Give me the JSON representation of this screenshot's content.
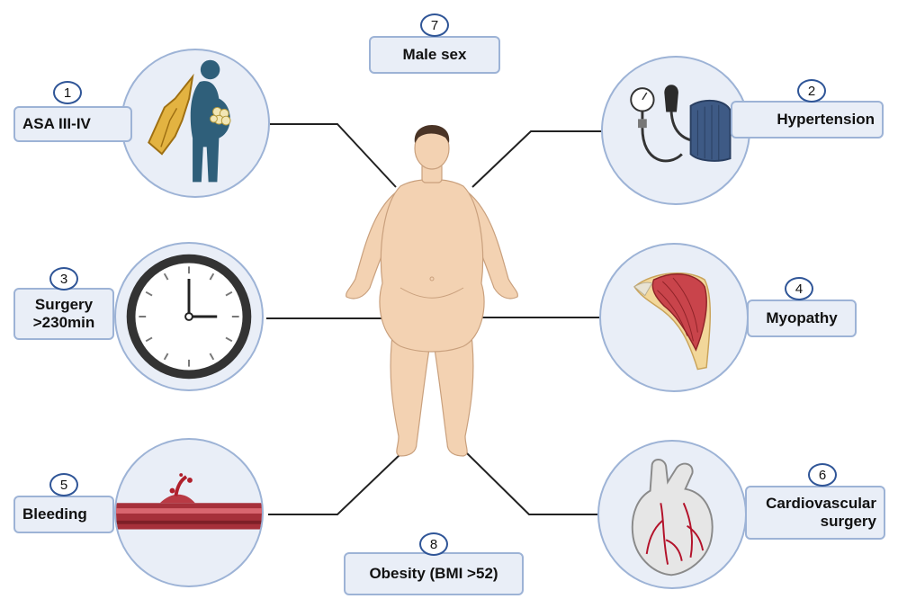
{
  "factors": [
    {
      "id": "asa",
      "number": "1",
      "text": "ASA III-IV",
      "icon": "fat-tissue-and-pregnant-person-icon"
    },
    {
      "id": "hypertension",
      "number": "2",
      "text": "Hypertension",
      "icon": "blood-pressure-cuff-icon"
    },
    {
      "id": "surgery-time",
      "number": "3",
      "text_line1": "Surgery",
      "text_line2": ">230min",
      "icon": "clock-icon"
    },
    {
      "id": "myopathy",
      "number": "4",
      "text": "Myopathy",
      "icon": "shoulder-muscle-icon"
    },
    {
      "id": "bleeding",
      "number": "5",
      "text": "Bleeding",
      "icon": "bleeding-vessel-icon"
    },
    {
      "id": "cardio",
      "number": "6",
      "text_line1": "Cardiovascular",
      "text_line2": "surgery",
      "icon": "heart-icon"
    },
    {
      "id": "male",
      "number": "7",
      "text": "Male sex"
    },
    {
      "id": "obesity",
      "number": "8",
      "text": "Obesity (BMI >52)"
    }
  ],
  "colors": {
    "panel": "#e9eef7",
    "border": "#9db3d6",
    "number_border": "#2f5597",
    "skin": "#f3d2b2"
  }
}
